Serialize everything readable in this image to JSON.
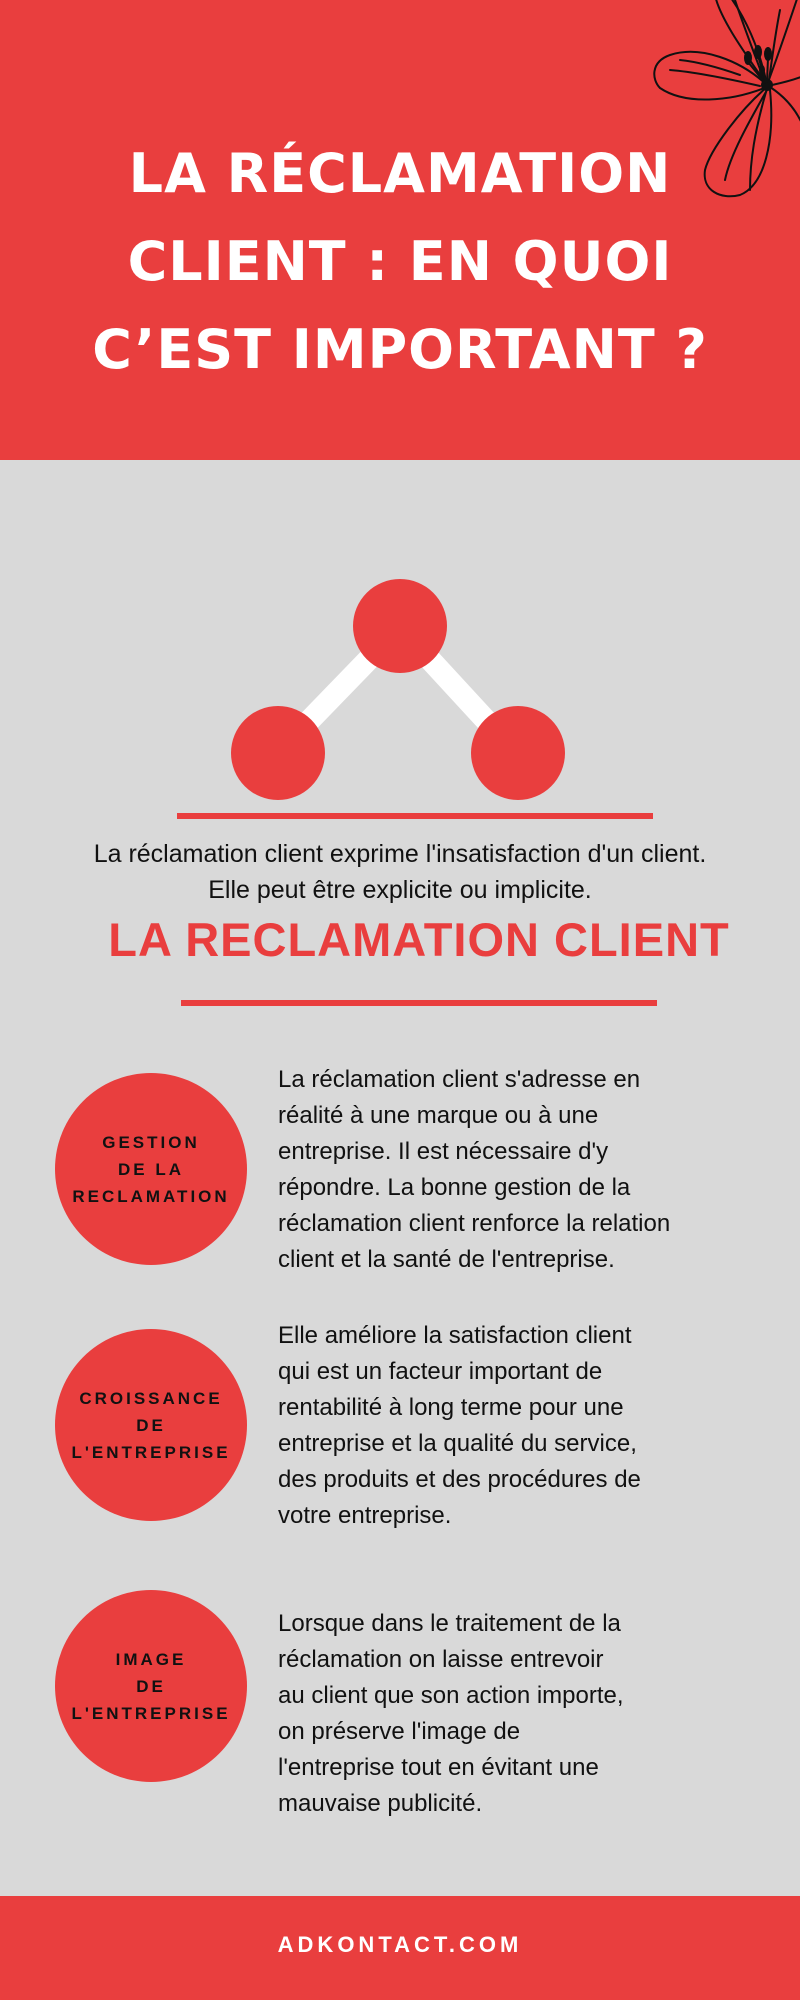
{
  "header": {
    "title_lines": [
      "LA RÉCLAMATION",
      "CLIENT : EN QUOI",
      "C’EST IMPORTANT ?"
    ],
    "decoration": "flower-illustration-icon"
  },
  "intro": {
    "lines": [
      "La réclamation client exprime l'insatisfaction d'un client.",
      "Elle peut être explicite ou implicite."
    ]
  },
  "section": {
    "title": "LA RECLAMATION CLIENT"
  },
  "items": [
    {
      "label_lines": [
        "GESTION",
        "DE LA",
        "RECLAMATION"
      ],
      "text_lines": [
        "La réclamation client s'adresse en",
        "réalité à une marque ou à une",
        "entreprise. Il est nécessaire d'y",
        "répondre. La bonne gestion de la",
        "réclamation client renforce la relation",
        "client et la santé de l'entreprise."
      ]
    },
    {
      "label_lines": [
        "CROISSANCE",
        "DE",
        "L'ENTREPRISE"
      ],
      "text_lines": [
        "Elle améliore la satisfaction client",
        "qui est un facteur important de",
        "rentabilité à long terme pour une",
        "entreprise et la qualité du service,",
        "des produits et des procédures de",
        "votre entreprise."
      ]
    },
    {
      "label_lines": [
        "IMAGE",
        "DE",
        "L'ENTREPRISE"
      ],
      "text_lines": [
        "Lorsque dans le traitement de la",
        "réclamation on laisse entrevoir",
        "au client que son action importe,",
        "on préserve l'image de",
        "l'entreprise tout en évitant une",
        "mauvaise publicité."
      ]
    }
  ],
  "footer": {
    "site": "ADKONTACT.COM"
  },
  "colors": {
    "accent": "#e93e3e",
    "background": "#d9d9d9",
    "text": "#111111",
    "on_accent": "#ffffff"
  }
}
